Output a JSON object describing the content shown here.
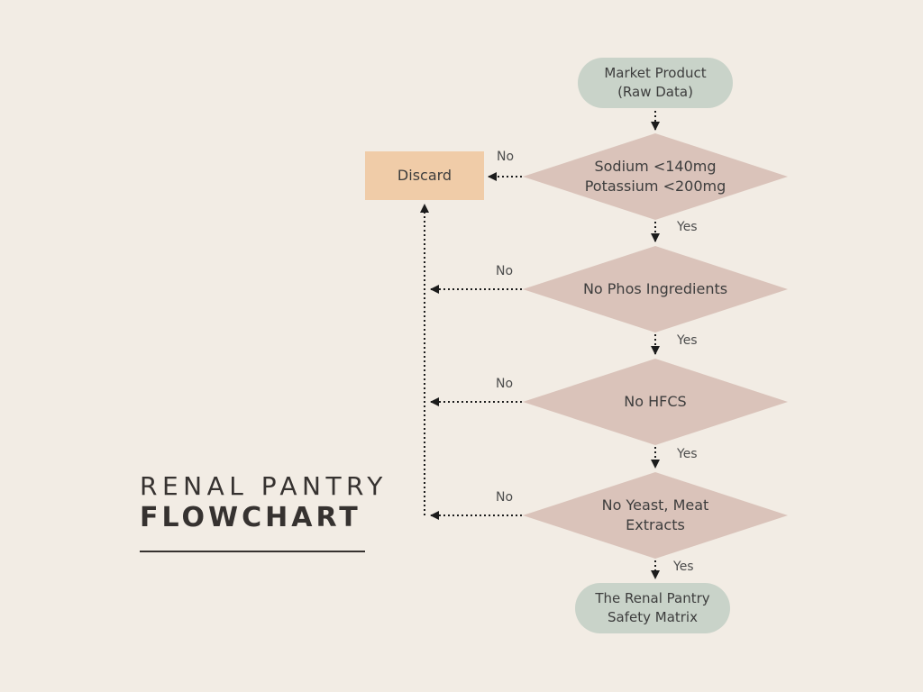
{
  "colors": {
    "background": "#f2ece4",
    "terminal-fill": "#c9d3c9",
    "decision-fill": "#dac3ba",
    "process-fill": "#f0cca8",
    "node-text": "#3d3d3d",
    "edge-label-text": "#4d4d4d",
    "title-text": "#363230",
    "arrow": "#1c1c1c"
  },
  "title": {
    "line1": "RENAL PANTRY",
    "line2": "FLOWCHART"
  },
  "nodes": {
    "start": {
      "line1": "Market Product",
      "line2": "(Raw Data)"
    },
    "decision1": {
      "line1": "Sodium <140mg",
      "line2": "Potassium <200mg"
    },
    "discard": {
      "label": "Discard"
    },
    "decision2": {
      "label": "No Phos Ingredients"
    },
    "decision3": {
      "label": "No HFCS"
    },
    "decision4": {
      "line1": "No Yeast, Meat",
      "line2": "Extracts"
    },
    "end": {
      "line1": "The Renal Pantry",
      "line2": "Safety Matrix"
    }
  },
  "edge_labels": {
    "decision1_yes": "Yes",
    "decision1_no": "No",
    "decision2_yes": "Yes",
    "decision2_no": "No",
    "decision3_yes": "Yes",
    "decision3_no": "No",
    "decision4_yes": "Yes",
    "decision4_no": "No"
  }
}
